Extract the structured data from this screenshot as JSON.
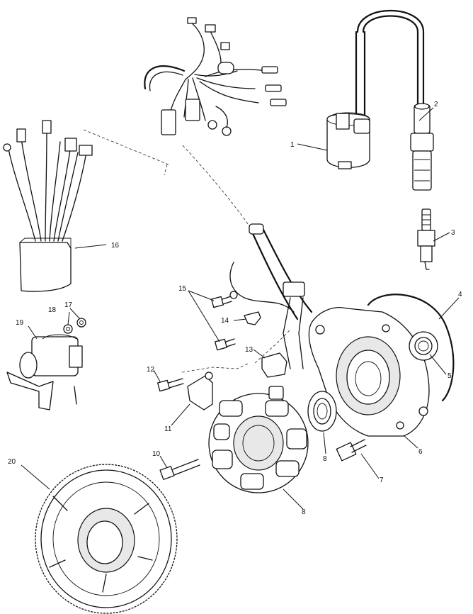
{
  "diagram": {
    "callouts": [
      {
        "id": "1",
        "text": "1"
      },
      {
        "id": "2",
        "text": "2"
      },
      {
        "id": "3",
        "text": "3"
      },
      {
        "id": "4",
        "text": "4"
      },
      {
        "id": "5",
        "text": "5"
      },
      {
        "id": "6",
        "text": "6"
      },
      {
        "id": "7",
        "text": "7"
      },
      {
        "id": "8a",
        "text": "8"
      },
      {
        "id": "8b",
        "text": "8"
      },
      {
        "id": "10",
        "text": "10"
      },
      {
        "id": "11",
        "text": "11"
      },
      {
        "id": "12",
        "text": "12"
      },
      {
        "id": "13",
        "text": "13"
      },
      {
        "id": "14",
        "text": "14"
      },
      {
        "id": "15",
        "text": "15"
      },
      {
        "id": "16",
        "text": "16"
      },
      {
        "id": "17",
        "text": "17"
      },
      {
        "id": "18",
        "text": "18"
      },
      {
        "id": "19",
        "text": "19"
      },
      {
        "id": "20",
        "text": "20"
      }
    ]
  }
}
